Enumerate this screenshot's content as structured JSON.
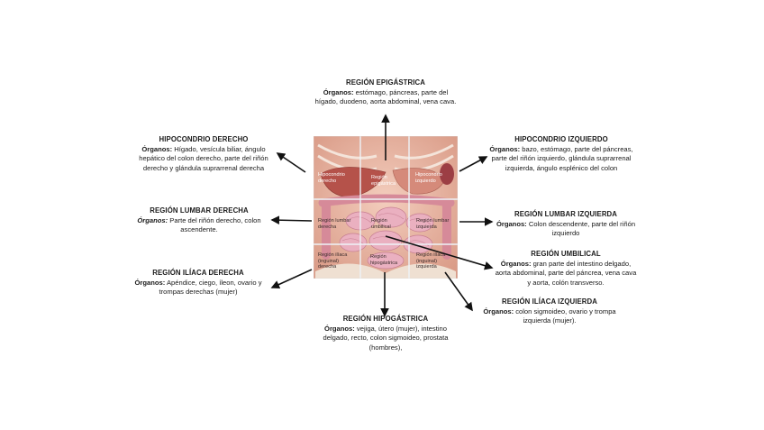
{
  "regions": {
    "epigastrica": {
      "title": "REGIÓN EPIGÁSTRICA",
      "organs_label": "Órganos:",
      "organs_text": " estómago, páncreas, parte del hígado, duodeno, aorta abdominal, vena cava."
    },
    "hipocondrio_derecho": {
      "title": "HIPOCONDRIO DERECHO",
      "organs_label": "Órganos:",
      "organs_text": " Hígado, vesícula biliar, ángulo hepático del colon derecho, parte del riñón derecho y glándula suprarrenal derecha"
    },
    "hipocondrio_izquierdo": {
      "title": "HIPOCONDRIO IZQUIERDO",
      "organs_label": "Órganos:",
      "organs_text": " bazo, estómago, parte del páncreas, parte del riñón izquierdo, glándula suprarrenal izquierda, ángulo esplénico del colon"
    },
    "lumbar_derecha": {
      "title": "REGIÓN LUMBAR DERECHA",
      "organs_label": "Órganos:",
      "organs_text": " Parte del riñón derecho, colon ascendente."
    },
    "lumbar_izquierda": {
      "title": "REGIÓN LUMBAR IZQUIERDA",
      "organs_label": "Órganos:",
      "organs_text": " Colon descendente, parte del riñón izquierdo"
    },
    "umbilical": {
      "title": "REGIÓN UMBILICAL",
      "organs_label": "Órganos:",
      "organs_text": " gran parte del intestino delgado, aorta abdominal, parte del páncrea, vena cava y aorta, colón transverso."
    },
    "iliaca_derecha": {
      "title": "REGIÓN ILÍACA DERECHA",
      "organs_label": "Órganos:",
      "organs_text": " Apéndice, ciego, íleon, ovario y trompas derechas (mujer)"
    },
    "iliaca_izquierda": {
      "title": "REGIÓN ILÍACA IZQUIERDA",
      "organs_label": "Órganos:",
      "organs_text": " colon sigmoideo, ovario y trompa izquierda (mujer)."
    },
    "hipogastrica": {
      "title": "REGIÓN HIPOGÁSTRICA",
      "organs_label": "Órganos:",
      "organs_text": " vejiga, útero (mujer), intestino delgado, recto, colon sigmoideo, prostata (hombres),"
    }
  },
  "figure_labels": {
    "hipocondrio_derecho": [
      "Hipocondrio",
      "derecho"
    ],
    "epigastrica": [
      "Región",
      "epigástrica"
    ],
    "hipocondrio_izquierdo": [
      "Hipocondrio",
      "izquierdo"
    ],
    "lumbar_derecha": [
      "Región lumbar",
      "derecha"
    ],
    "umbilical": [
      "Región",
      "umbilical"
    ],
    "lumbar_izquierda": [
      "Región lumbar",
      "izquierda"
    ],
    "iliaca_derecha": [
      "Región ilíaca",
      "(inguinal)",
      "derecha"
    ],
    "hipogastrica": [
      "Región",
      "hipogástrica"
    ],
    "iliaca_izquierda": [
      "Región ilíaca",
      "(inguinal)",
      "izquierda"
    ]
  },
  "colors": {
    "arrow": "#111111",
    "skin": "#e8b9a4",
    "liver": "#b5524a",
    "intestine": "#e4a2b4",
    "grid": "#e9eef3"
  }
}
